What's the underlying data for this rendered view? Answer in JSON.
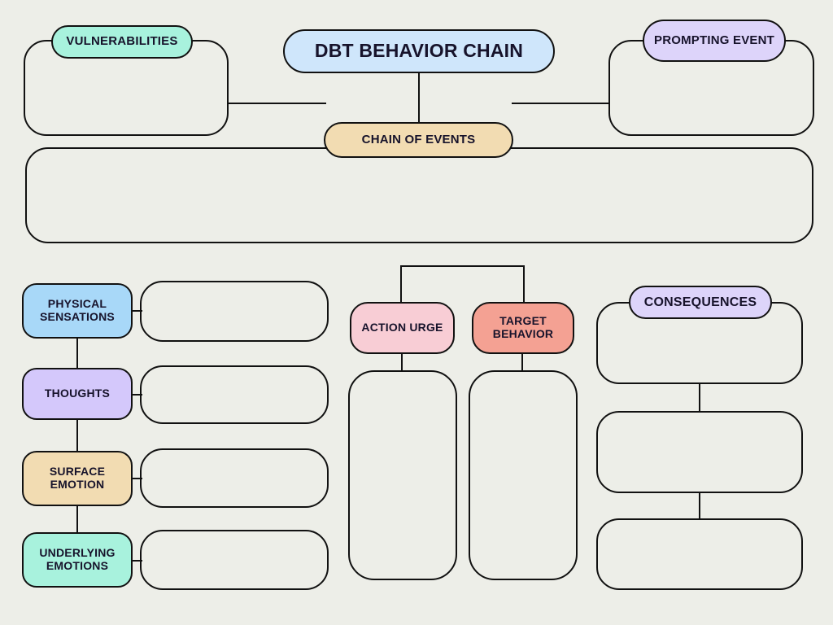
{
  "page": {
    "title": "DBT BEHAVIOR CHAIN",
    "background_color": "#edeee8",
    "stroke_color": "#111111"
  },
  "top_section": {
    "title_pill": {
      "label": "DBT BEHAVIOR CHAIN",
      "color": "#cfe6fb"
    },
    "vulnerabilities": {
      "label": "VULNERABILITIES",
      "color": "#a8f2dd",
      "field_value": ""
    },
    "prompting_event": {
      "label": "PROMPTING EVENT",
      "color": "#ddd4fa",
      "field_value": ""
    },
    "chain_of_events": {
      "label": "CHAIN OF EVENTS",
      "color": "#f2dcb2",
      "field_value": ""
    }
  },
  "left_column": {
    "rows": [
      {
        "label": "PHYSICAL SENSATIONS",
        "color": "#a8d8f8",
        "field_value": ""
      },
      {
        "label": "THOUGHTS",
        "color": "#d4c8fb",
        "field_value": ""
      },
      {
        "label": "SURFACE EMOTION",
        "color": "#f2dcb2",
        "field_value": ""
      },
      {
        "label": "UNDERLYING EMOTIONS",
        "color": "#a8f2dd",
        "field_value": ""
      }
    ]
  },
  "middle_section": {
    "action_urge": {
      "label": "ACTION URGE",
      "color": "#f8cdd5",
      "field_value": ""
    },
    "target_behavior": {
      "label": "TARGET BEHAVIOR",
      "color": "#f4a193",
      "field_value": ""
    }
  },
  "right_section": {
    "header": {
      "label": "CONSEQUENCES",
      "color": "#ddd4fa"
    },
    "fields": [
      {
        "field_value": ""
      },
      {
        "field_value": ""
      },
      {
        "field_value": ""
      }
    ]
  }
}
